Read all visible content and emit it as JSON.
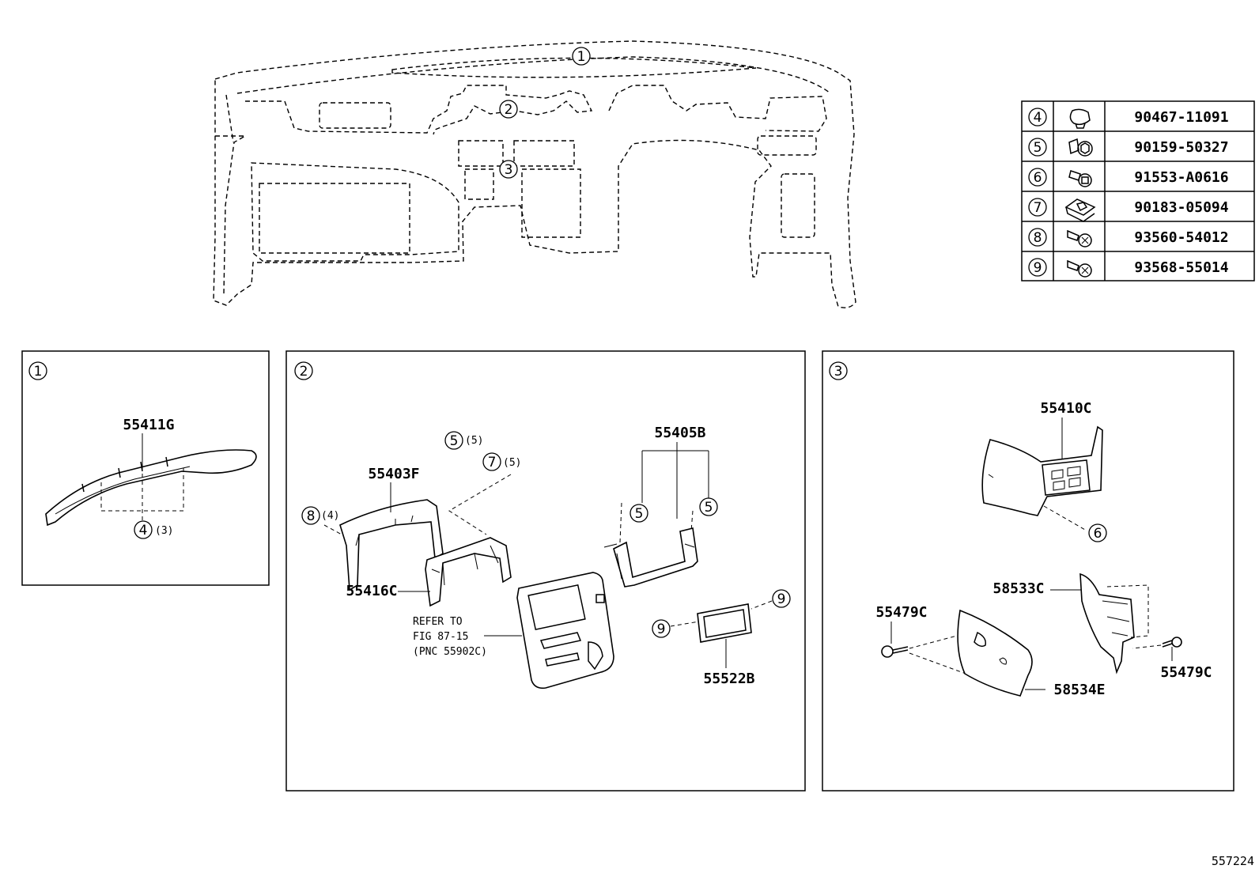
{
  "fasteners_table": {
    "rows": [
      {
        "ref": "4",
        "icon": "clip-icon",
        "part_no": "90467-11091"
      },
      {
        "ref": "5",
        "icon": "bolt-washer-icon",
        "part_no": "90159-50327"
      },
      {
        "ref": "6",
        "icon": "bolt-icon",
        "part_no": "91553-A0616"
      },
      {
        "ref": "7",
        "icon": "nut-clip-icon",
        "part_no": "90183-05094"
      },
      {
        "ref": "8",
        "icon": "screw-icon",
        "part_no": "93560-54012"
      },
      {
        "ref": "9",
        "icon": "screw-icon",
        "part_no": "93568-55014"
      }
    ]
  },
  "overview": {
    "callouts": [
      "1",
      "2",
      "3"
    ]
  },
  "panel1": {
    "id": "1",
    "labels": {
      "part_55411G": "55411G",
      "ref4": "4",
      "qty4": "(3)"
    }
  },
  "panel2": {
    "id": "2",
    "labels": {
      "ref5": "5",
      "qty5": "(5)",
      "ref7": "7",
      "qty7": "(5)",
      "part_55405B": "55405B",
      "part_55403F": "55403F",
      "ref8": "8",
      "qty8": "(4)",
      "ref5_left": "5",
      "ref5_right": "5",
      "part_55416C": "55416C",
      "refer_line1": "REFER TO",
      "refer_line2": "FIG 87-15",
      "refer_line3": "(PNC 55902C)",
      "ref9_right": "9",
      "ref9_left": "9",
      "part_55522B": "55522B"
    }
  },
  "panel3": {
    "id": "3",
    "labels": {
      "part_55410C": "55410C",
      "ref6": "6",
      "part_58533C": "58533C",
      "part_55479C_left": "55479C",
      "part_55479C_right": "55479C",
      "part_58534E": "58534E"
    }
  },
  "footer": {
    "figure_code": "557224"
  }
}
